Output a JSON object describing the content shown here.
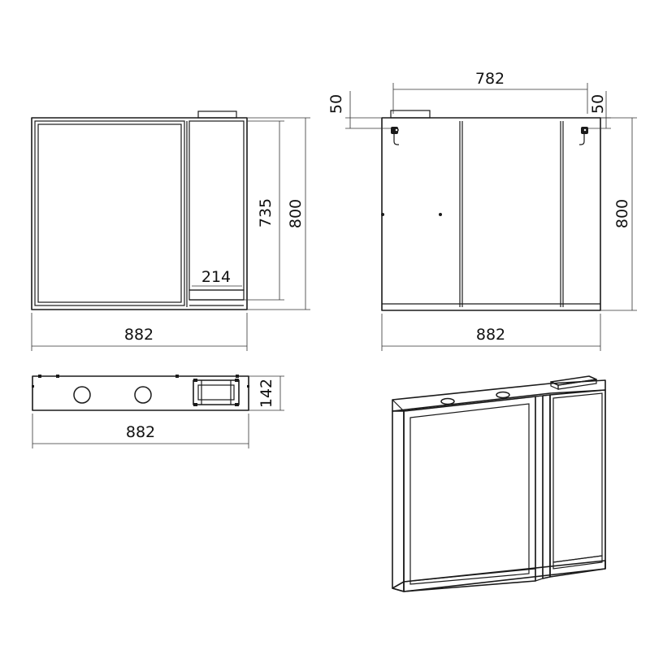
{
  "dimensions": {
    "front_width": "882",
    "front_height": "800",
    "shelf_inner_height": "735",
    "shelf_width": "214",
    "back_mount_spacing": "782",
    "back_offset_left": "50",
    "back_offset_right": "50",
    "back_width": "882",
    "back_height": "800",
    "top_width": "882",
    "top_depth": "142"
  }
}
